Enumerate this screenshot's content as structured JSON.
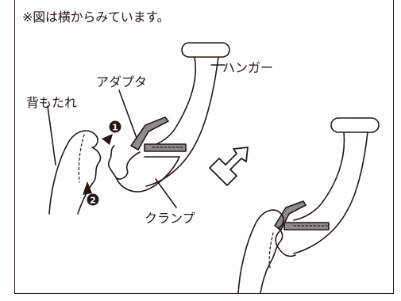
{
  "note": "※図は横からみています。",
  "labels": {
    "hanger": "ハンガー",
    "adapter": "アダプタ",
    "backrest": "背もたれ",
    "clamp": "クランプ"
  },
  "steps": [
    "❶",
    "❷"
  ],
  "colors": {
    "line": "#231815",
    "adapter_fill": "#8c8c8c",
    "background": "#ffffff"
  }
}
